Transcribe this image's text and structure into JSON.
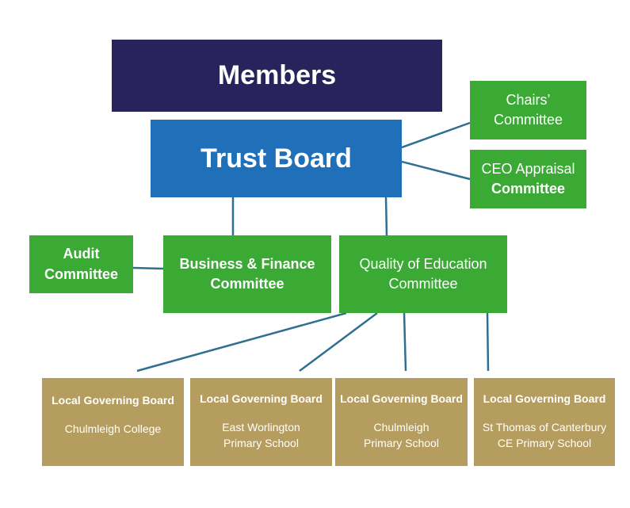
{
  "members": "Members",
  "trust_board": "Trust Board",
  "chairs": [
    "Chairs’",
    "Committee"
  ],
  "ceo": [
    "CEO Appraisal",
    "Committee"
  ],
  "audit": [
    "Audit",
    "Committee"
  ],
  "business": [
    "Business & Finance",
    "Committee"
  ],
  "quality": [
    "Quality of Education",
    "Committee"
  ],
  "lgb": [
    {
      "title": "Local Governing Board",
      "school": [
        "Chulmleigh College"
      ]
    },
    {
      "title": "Local Governing Board",
      "school": [
        "East Worlington",
        "Primary School"
      ]
    },
    {
      "title": "Local Governing Board",
      "school": [
        "Chulmleigh",
        "Primary School"
      ]
    },
    {
      "title": "Local Governing Board",
      "school": [
        "St Thomas of Canterbury",
        "CE Primary School"
      ]
    }
  ],
  "colors": {
    "members": "#29235c",
    "trust": "#1f70b8",
    "green": "#3aaa35",
    "gold": "#b59d5f",
    "line": "#2f6f8f"
  }
}
